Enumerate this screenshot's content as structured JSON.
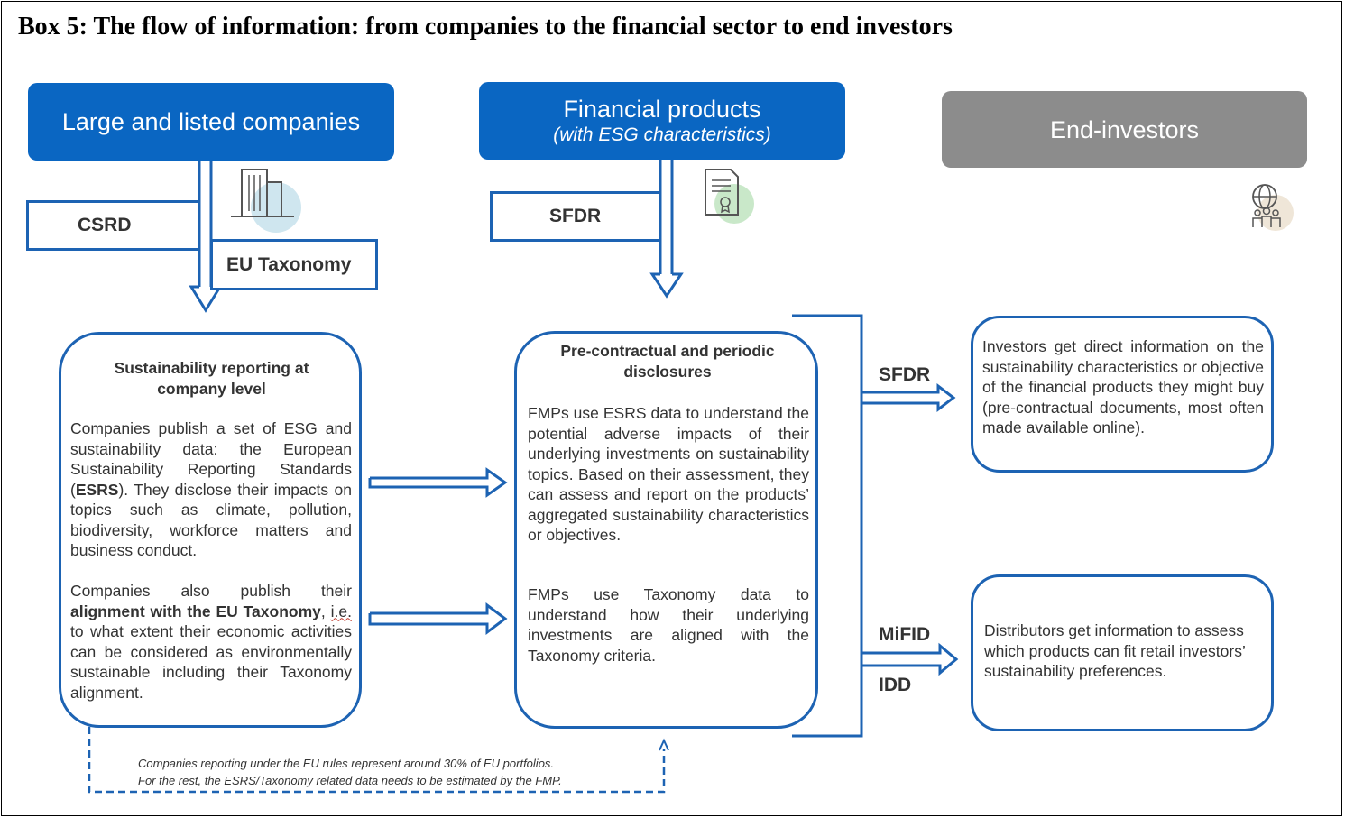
{
  "title": "Box 5: The flow of information: from companies to the financial sector to end investors",
  "headers": {
    "companies": "Large and listed companies",
    "products_main": "Financial products",
    "products_sub": "(with ESG characteristics)",
    "investors": "End-investors"
  },
  "labels": {
    "csrd": "CSRD",
    "eu_taxonomy": "EU Taxonomy",
    "sfdr_top": "SFDR",
    "sfdr_right": "SFDR",
    "mifid": "MiFID",
    "idd": "IDD"
  },
  "left_box": {
    "heading": "Sustainability reporting at company level",
    "p1_a": "Companies publish a set of ESG and sustainability data: the European Sustainability Reporting Standards (",
    "p1_bold": "ESRS",
    "p1_b": "). They disclose their impacts on topics such as climate, pollution, biodiversity, workforce matters and business conduct.",
    "p2_a": "Companies also publish their ",
    "p2_bold": "alignment with the EU Taxonomy",
    "p2_b": ", ",
    "p2_ie": "i.e.",
    "p2_c": " to what extent their economic activities can be considered as environmentally sustainable including their Taxonomy alignment."
  },
  "middle_box": {
    "heading": "Pre-contractual and periodic disclosures",
    "p1": "FMPs use ESRS data to understand the potential adverse impacts of their underlying investments on sustainability topics. Based on their assessment, they can assess and report on the products’ aggregated sustainability characteristics or objectives.",
    "p2": "FMPs use Taxonomy data to understand how their underlying investments are aligned with the Taxonomy criteria."
  },
  "right_top_box": {
    "text": "Investors get direct information on the sustainability characteristics or objective of the financial products they might buy (pre-contractual documents, most often made available online)."
  },
  "right_bottom_box": {
    "text": "Distributors get information to assess which products can fit retail investors’ sustainability preferences."
  },
  "footnote": {
    "line1": "Companies reporting under the EU rules represent around 30% of EU portfolios.",
    "line2": "For the rest, the ESRS/Taxonomy related data needs to be estimated by the FMP."
  },
  "icons": {
    "building": "building-icon",
    "document": "certificate-document-icon",
    "investors": "globe-people-icon"
  },
  "colors": {
    "blue": "#0a66c2",
    "outline_blue": "#1d63b3",
    "grey_header": "#8c8c8c",
    "building_bg": "#cfe6ef",
    "document_bg": "#c9e8c9",
    "globe_bg": "#efe6d8"
  }
}
